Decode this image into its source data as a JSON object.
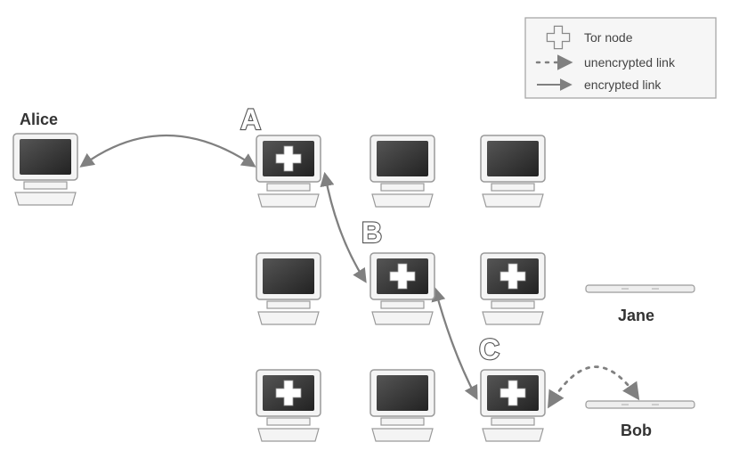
{
  "legend": {
    "tor_node": "Tor node",
    "unencrypted": "unencrypted link",
    "encrypted": "encrypted link"
  },
  "labels": {
    "alice": "Alice",
    "jane": "Jane",
    "bob": "Bob",
    "a": "A",
    "b": "B",
    "c": "C"
  },
  "colors": {
    "screen": "#3a3a3a",
    "frame": "#f2f2f2",
    "outline": "#9a9a9a",
    "link": "#808080"
  }
}
